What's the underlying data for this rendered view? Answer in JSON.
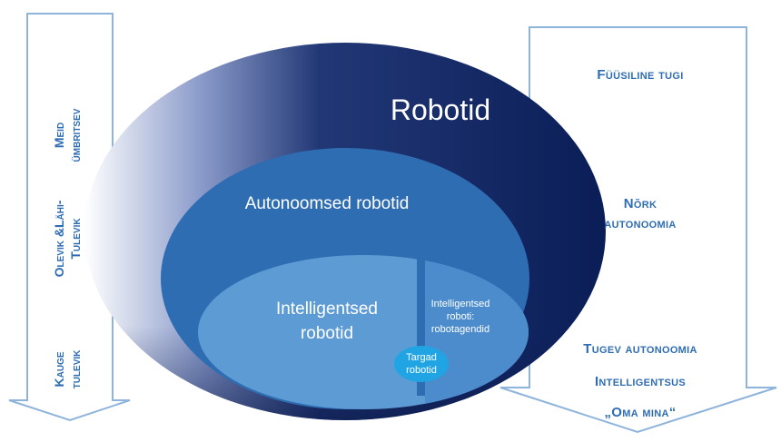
{
  "left_arrow": {
    "labels": [
      [
        "Meid",
        "ümbritsev"
      ],
      [
        "Olevik &Lähi-",
        "Tulevik"
      ],
      [
        "Kauge",
        "tulevik"
      ]
    ]
  },
  "center": {
    "outer_title": "Robotid",
    "middle_title": "Autonoomsed robotid",
    "inner_title_line1": "Intelligentsed",
    "inner_title_line2": "robotid",
    "segment_line1": "Intelligentsed",
    "segment_line2": "roboti:",
    "segment_line3": "robotagendid",
    "bubble_line1": "Targad",
    "bubble_line2": "robotid"
  },
  "right_arrow": {
    "physical_support": "Füüsiline tugi",
    "weak_autonomy_line1": "Nõrk",
    "weak_autonomy_line2": "autonoomia",
    "strong_autonomy": "Tugev autonoomia",
    "intelligence": "Intelligentsus",
    "own_self": "„Oma mina“"
  },
  "colors": {
    "arrow_outline": "#8fb4dc",
    "arrow_text": "#2f6db3",
    "outer_ellipse": "#0b1f5a",
    "middle_ellipse": "#2f6db3",
    "inner_ellipse": "#5d9bd5",
    "segment": "#4d8ccc",
    "bubble": "#21a4e4"
  }
}
